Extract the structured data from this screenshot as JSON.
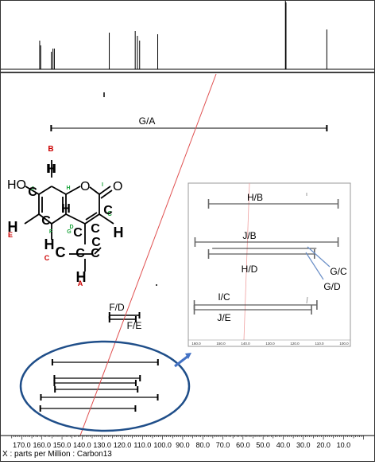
{
  "chart_data": {
    "type": "2D NMR correlation spectrum (HMBC)",
    "xlabel": "X : parts per Million : Carbon13",
    "xlim": [
      178,
      0
    ],
    "x_ticks": [
      "170.0",
      "160.0",
      "150.0",
      "140.0",
      "130.0",
      "120.0",
      "110.0",
      "100.0",
      "90.0",
      "80.0",
      "70.0",
      "60.0",
      "50.0",
      "40.0",
      "30.0",
      "20.0",
      "10.0"
    ],
    "top_projection_peaks_ppm": [
      161.1,
      160.6,
      155.3,
      154.5,
      153.8,
      126.5,
      113.6,
      112.5,
      111.4,
      102.4,
      38.9,
      38.6,
      18.3
    ],
    "correlations_main": [
      {
        "label": "G/A",
        "from": 155.4,
        "to": 18.3
      },
      {
        "label": "F/D",
        "from": 126.4,
        "to": 111.5
      },
      {
        "label": "F/E",
        "from": 126.4,
        "to": 113.3
      }
    ],
    "correlations_cluster": [
      {
        "from": 154.8,
        "to": 102.3
      },
      {
        "from": 153.8,
        "to": 111.2
      },
      {
        "from": 153.8,
        "to": 113.3
      },
      {
        "from": 153.5,
        "to": 112.4
      },
      {
        "from": 160.5,
        "to": 102.4
      },
      {
        "from": 160.8,
        "to": 113.5
      }
    ],
    "inset": {
      "x_ticks": [
        "160.0",
        "150.0",
        "140.0",
        "130.0",
        "120.0",
        "110.0",
        "100.0"
      ],
      "correlations": [
        {
          "label": "H/B",
          "from": 155.0,
          "to": 102.4
        },
        {
          "label": "J/B",
          "from": 160.5,
          "to": 102.4
        },
        {
          "label": "H/D",
          "from": 155.0,
          "to": 112.0
        },
        {
          "label": "I/C",
          "from": 160.8,
          "to": 111.0
        },
        {
          "label": "J/E",
          "from": 160.8,
          "to": 113.2
        }
      ],
      "arrow_labels": [
        "G/C",
        "G/D"
      ]
    }
  },
  "molecule": {
    "atoms": {
      "ho": "HO",
      "o_ring": "O",
      "o_carbonyl": "O"
    },
    "labels": [
      "B",
      "H",
      "J",
      "I",
      "E",
      "G",
      "C",
      "F",
      "D",
      "A",
      "H",
      "C",
      "H",
      "H",
      "H",
      "C",
      "C",
      "C",
      "C",
      "C",
      "C",
      "C",
      "C",
      "C",
      "H",
      "H",
      "H"
    ],
    "letter_colors": {
      "red": "#cc0000",
      "green": "#1aa33a"
    }
  }
}
